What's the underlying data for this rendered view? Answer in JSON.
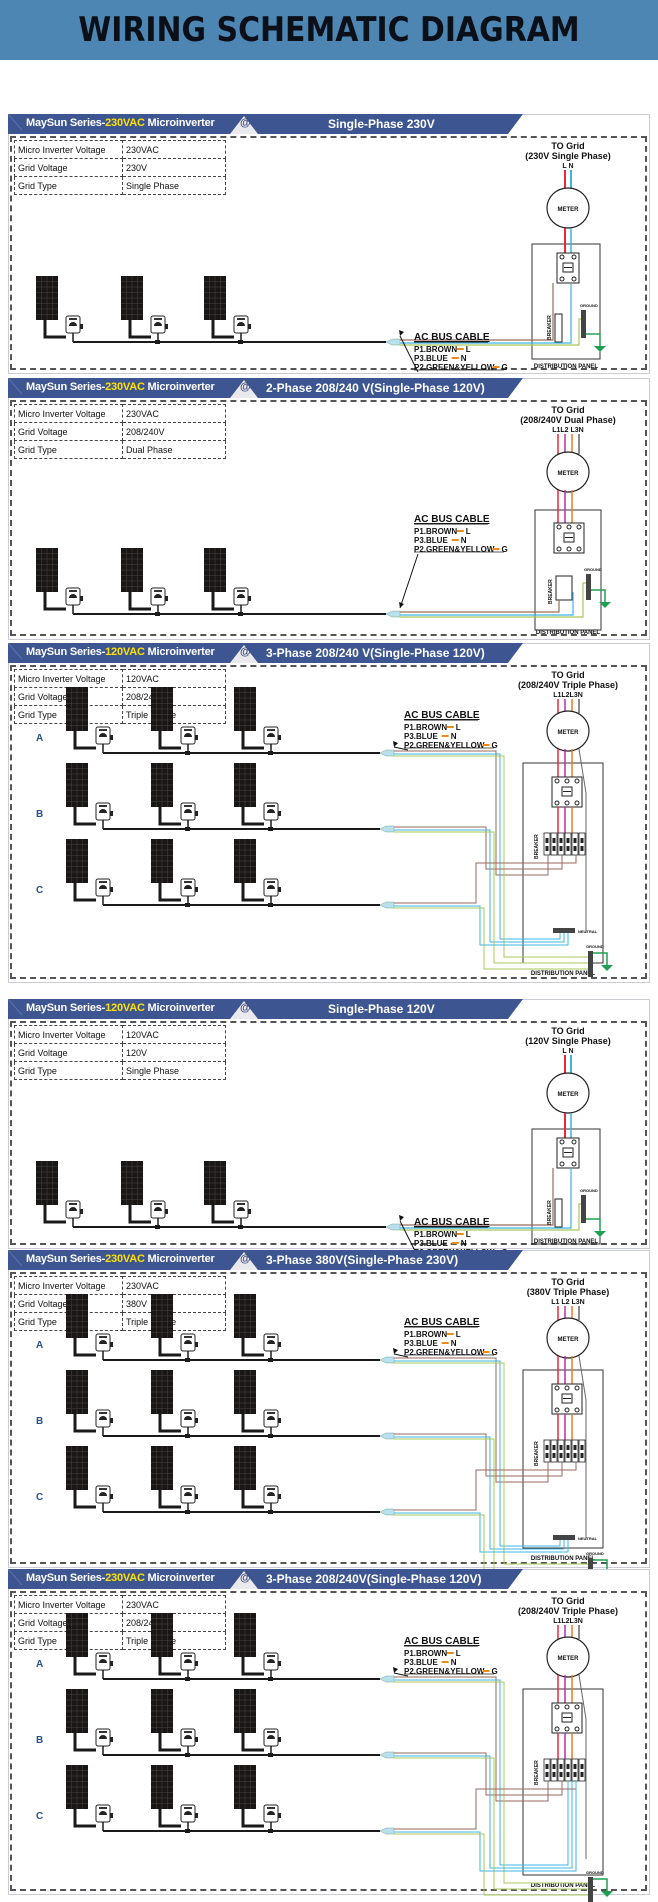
{
  "title": "WIRING SCHEMATIC DIAGRAM",
  "colors": {
    "banner": "#4d86b3",
    "header_bar": "#3d5590",
    "vac_highlight": "#ffe100",
    "wire_red": "#e8283c",
    "wire_blue": "#3cb4e6",
    "wire_magenta": "#c02ca8",
    "wire_orange": "#ee7a22",
    "wire_brown": "#9a6a5c",
    "wire_green_yellow": "#a8c85a",
    "ground_green": "#1ea050",
    "legend_dash": "#ee8a1a"
  },
  "labels": {
    "series_prefix": "MaySun Series-",
    "microinverter": " Microinverter",
    "at": "@",
    "spec_keys": [
      "Micro Inverter Voltage",
      "Grid  Voltage",
      "Grid Type"
    ],
    "to_grid": "TO Grid",
    "meter": "METER",
    "breaker": "BREAKER",
    "ground": "GROUND",
    "neutral": "NEUTRAL",
    "distribution_panel": "DISTRIBUTION PANEL",
    "ac_bus_cable": "AC BUS CABLE",
    "legend": [
      {
        "text": "P1.BROWN",
        "suffix": "L"
      },
      {
        "text": "P3.BLUE",
        "suffix": "N"
      },
      {
        "text": "P2.GREEN&YELLOW",
        "suffix": "G"
      }
    ],
    "rows": [
      "A",
      "B",
      "C"
    ]
  },
  "sections": [
    {
      "vac": "230VAC",
      "phase_title": "Single-Phase 230V",
      "specs": [
        "230VAC",
        "230V",
        "Single Phase"
      ],
      "grid_desc": "(230V Single Phase)",
      "lines_label": "L N",
      "type": "single"
    },
    {
      "vac": "230VAC",
      "phase_title": "2-Phase 208/240 V(Single-Phase 120V)",
      "specs": [
        "230VAC",
        "208/240V",
        "Dual Phase"
      ],
      "grid_desc": "(208/240V Dual Phase)",
      "lines_label": "L1L2 L3N",
      "type": "dual"
    },
    {
      "vac": "120VAC",
      "phase_title": "3-Phase 208/240 V(Single-Phase 120V)",
      "specs": [
        "120VAC",
        "208/240V",
        "Triple Phase"
      ],
      "grid_desc": "(208/240V Triple Phase)",
      "lines_label": "L1L2L3N",
      "type": "triple",
      "neutral_bar": true
    },
    {
      "vac": "120VAC",
      "phase_title": "Single-Phase 120V",
      "specs": [
        "120VAC",
        "120V",
        "Single Phase"
      ],
      "grid_desc": "(120V Single Phase)",
      "lines_label": "L N",
      "type": "single"
    },
    {
      "vac": "230VAC",
      "phase_title": "3-Phase 380V(Single-Phase 230V)",
      "specs": [
        "230VAC",
        "380V",
        "Triple Phase"
      ],
      "grid_desc": "(380V Triple Phase)",
      "lines_label": "L1 L2 L3N",
      "type": "triple",
      "neutral_bar": true
    },
    {
      "vac": "230VAC",
      "phase_title": "3-Phase 208/240V(Single-Phase 120V)",
      "specs": [
        "230VAC",
        "208/240V",
        "Triple Phase"
      ],
      "grid_desc": "(208/240V Triple Phase)",
      "lines_label": "L1L2L3N",
      "type": "triple",
      "neutral_bar": false
    }
  ]
}
